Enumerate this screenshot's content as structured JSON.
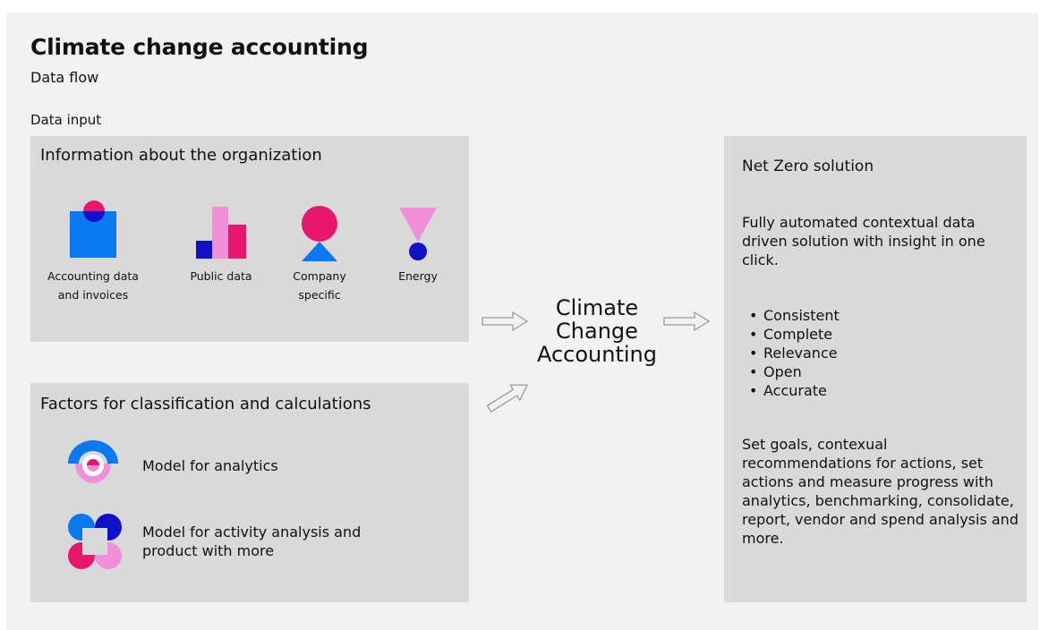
{
  "title": "Climate change accounting",
  "subtitle": "Data flow",
  "section_label": "Data input",
  "org_panel": {
    "heading": "Information about the organization",
    "items": [
      {
        "icon": "accounting-invoice-icon",
        "label": "Accounting data and invoices"
      },
      {
        "icon": "public-data-icon",
        "label": "Public data"
      },
      {
        "icon": "company-specific-icon",
        "label": "Company specific"
      },
      {
        "icon": "energy-icon",
        "label": "Energy"
      }
    ]
  },
  "factors_panel": {
    "heading": "Factors for classification and calculations",
    "items": [
      {
        "icon": "analytics-model-icon",
        "label": "Model for analytics"
      },
      {
        "icon": "activity-model-icon",
        "label": "Model for activity analysis and product with more"
      }
    ]
  },
  "center": {
    "line1": "Climate",
    "line2": "Change",
    "line3": "Accounting"
  },
  "netzero_panel": {
    "heading": "Net Zero solution",
    "description": "Fully automated contextual data driven solution with insight in one click.",
    "bullets": [
      "Consistent",
      "Complete",
      "Relevance",
      "Open",
      "Accurate"
    ],
    "summary": "Set goals, contexual recommendations for actions, set actions and measure progress with analytics, benchmarking, consolidate, report, vendor and spend analysis and more."
  },
  "colors": {
    "blue": "#0a78f0",
    "navy": "#1010c8",
    "magenta": "#e8176e",
    "pink": "#f08ed8",
    "panel": "#d9d9d9",
    "background": "#f2f2f2"
  }
}
